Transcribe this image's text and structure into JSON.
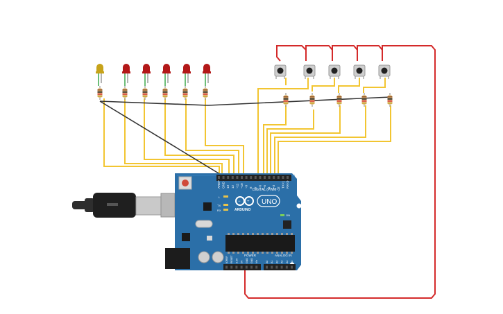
{
  "board": {
    "digital_header": "DIGITAL (PWM~)",
    "brand": "ARDUINO",
    "model": "UNO",
    "power_label": "POWER",
    "analog_label": "ANALOG IN",
    "on_label": "ON",
    "led_l": "L",
    "led_tx": "TX",
    "led_rx": "RX",
    "top_pins": [
      "AREF",
      "GND",
      "13",
      "12",
      "~11",
      "~10",
      "~9",
      "8",
      "7",
      "~6",
      "~5",
      "4",
      "~3",
      "2",
      "TX>1",
      "RX<0"
    ],
    "power_pins": [
      "IOREF",
      "RESET",
      "3.3V",
      "5V",
      "GND",
      "GND",
      "Vin"
    ],
    "analog_pins": [
      "A0",
      "A1",
      "A2",
      "A3",
      "A4",
      "A5"
    ]
  },
  "components": {
    "leds": [
      {
        "id": "led1",
        "color": "#c7a31a"
      },
      {
        "id": "led2",
        "color": "#b31818"
      },
      {
        "id": "led3",
        "color": "#b31818"
      },
      {
        "id": "led4",
        "color": "#b31818"
      },
      {
        "id": "led5",
        "color": "#b31818"
      },
      {
        "id": "led6",
        "color": "#b31818"
      }
    ],
    "buttons": [
      "btn1",
      "btn2",
      "btn3",
      "btn4",
      "btn5"
    ]
  },
  "colors": {
    "board": "#2b6fa8",
    "wire_yellow": "#f2c531",
    "wire_red": "#d42a2a",
    "wire_black": "#333333",
    "usb_cable": "#2e2e2e"
  }
}
